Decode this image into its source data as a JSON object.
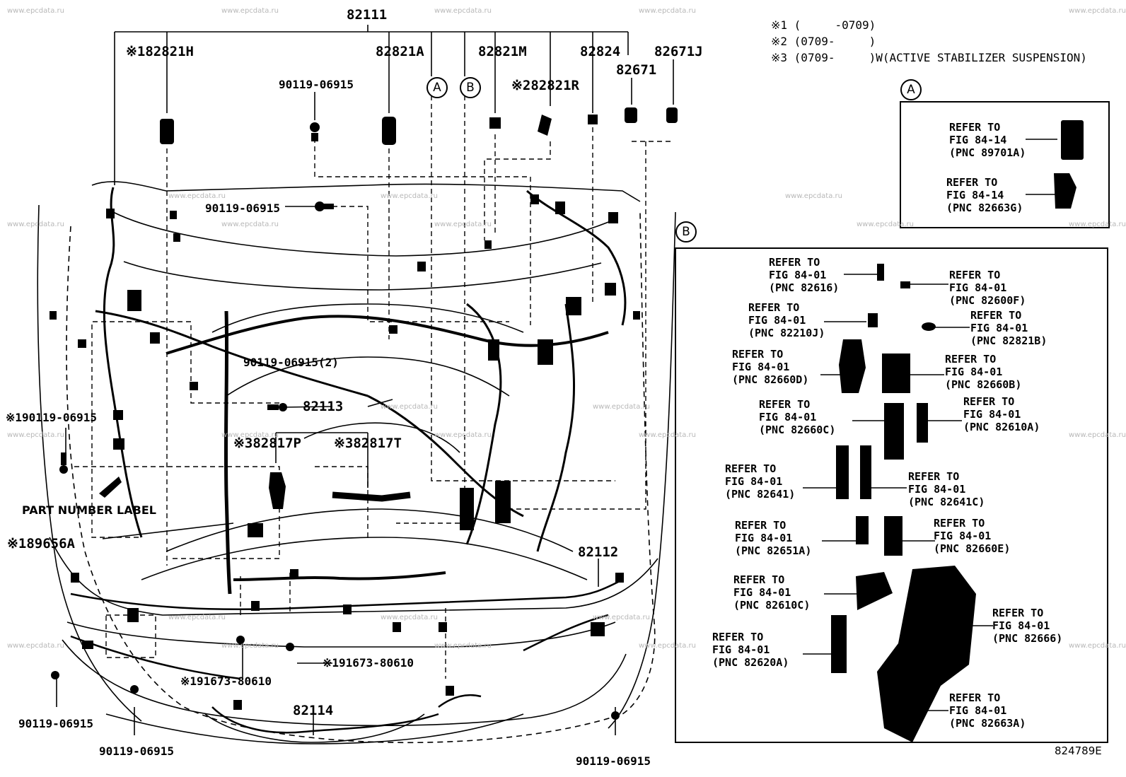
{
  "watermark": "www.epcdata.ru",
  "notes": {
    "n1": "※1 (     -0709)",
    "n2": "※2 (0709-     )",
    "n3": "※3 (0709-     )W(ACTIVE STABILIZER SUSPENSION)"
  },
  "circle_labels": {
    "a": "A",
    "b": "B"
  },
  "parts": {
    "p82111": "82111",
    "p82821H": "※182821H",
    "p82821A": "82821A",
    "p82821M": "82821M",
    "p82824": "82824",
    "p82671J": "82671J",
    "p82671": "82671",
    "p82821R": "※282821R",
    "bolt_top": "90119-06915",
    "bolt_mid": "90119-06915",
    "bolt_2": "90119-06915(2)",
    "bolt_left": "※190119-06915",
    "p82113": "82113",
    "p82817P": "※382817P",
    "p82817T": "※382817T",
    "part_label": "PART NUMBER LABEL",
    "p89656A": "※189656A",
    "p82112": "82112",
    "p91673_a": "※191673-80610",
    "p91673_b": "※191673-80610",
    "p82114": "82114",
    "bolt_bl": "90119-06915",
    "bolt_bc": "90119-06915",
    "bolt_br": "90119-06915"
  },
  "refs_a": [
    {
      "line1": "REFER TO",
      "line2": "FIG 84-14",
      "line3": "(PNC 89701A)"
    },
    {
      "line1": "REFER TO",
      "line2": "FIG 84-14",
      "line3": "(PNC 82663G)"
    }
  ],
  "refs_b": [
    {
      "line1": "REFER TO",
      "line2": "FIG 84-01",
      "line3": "(PNC 82616)"
    },
    {
      "line1": "REFER TO",
      "line2": "FIG 84-01",
      "line3": "(PNC 82600F)"
    },
    {
      "line1": "REFER TO",
      "line2": "FIG 84-01",
      "line3": "(PNC 82210J)"
    },
    {
      "line1": "REFER TO",
      "line2": "FIG 84-01",
      "line3": "(PNC 82821B)"
    },
    {
      "line1": "REFER TO",
      "line2": "FIG 84-01",
      "line3": "(PNC 82660D)"
    },
    {
      "line1": "REFER TO",
      "line2": "FIG 84-01",
      "line3": "(PNC 82660B)"
    },
    {
      "line1": "REFER TO",
      "line2": "FIG 84-01",
      "line3": "(PNC 82660C)"
    },
    {
      "line1": "REFER TO",
      "line2": "FIG 84-01",
      "line3": "(PNC 82610A)"
    },
    {
      "line1": "REFER TO",
      "line2": "FIG 84-01",
      "line3": "(PNC 82641)"
    },
    {
      "line1": "REFER TO",
      "line2": "FIG 84-01",
      "line3": "(PNC 82641C)"
    },
    {
      "line1": "REFER TO",
      "line2": "FIG 84-01",
      "line3": "(PNC 82651A)"
    },
    {
      "line1": "REFER TO",
      "line2": "FIG 84-01",
      "line3": "(PNC 82660E)"
    },
    {
      "line1": "REFER TO",
      "line2": "FIG 84-01",
      "line3": "(PNC 82610C)"
    },
    {
      "line1": "REFER TO",
      "line2": "FIG 84-01",
      "line3": "(PNC 82666)"
    },
    {
      "line1": "REFER TO",
      "line2": "FIG 84-01",
      "line3": "(PNC 82620A)"
    },
    {
      "line1": "REFER TO",
      "line2": "FIG 84-01",
      "line3": "(PNC 82663A)"
    }
  ],
  "figure_id": "824789E"
}
